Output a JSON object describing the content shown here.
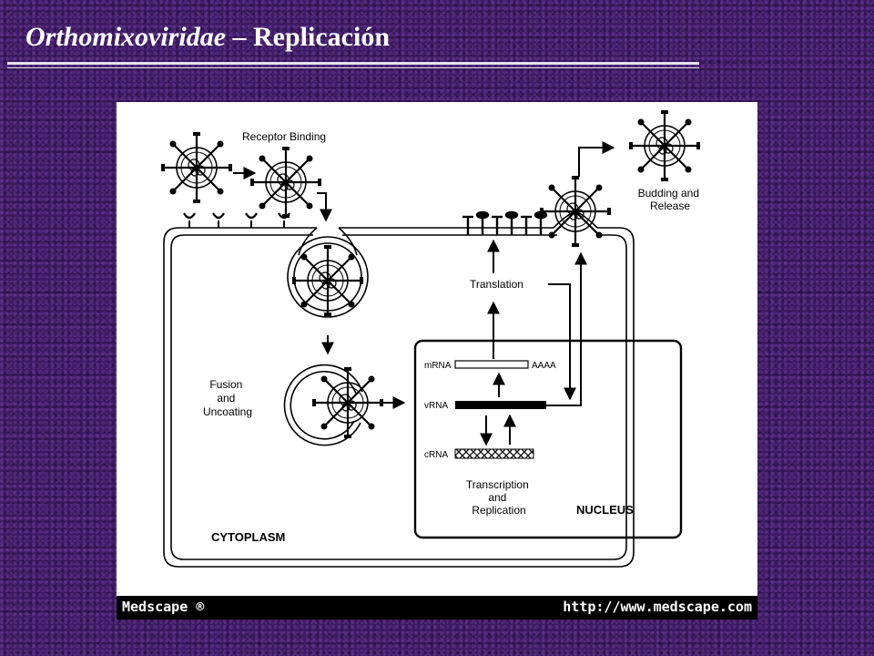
{
  "slide": {
    "title_italic": "Orthomixoviridae",
    "title_rest": " – Replicación"
  },
  "diagram": {
    "labels": {
      "receptor_binding": "Receptor Binding",
      "budding": [
        "Budding and",
        "Release"
      ],
      "translation": "Translation",
      "fusion": [
        "Fusion",
        "and",
        "Uncoating"
      ],
      "mrna": "mRNA",
      "aaaa": "AAAA",
      "vrna": "vRNA",
      "crna": "cRNA",
      "transcription": [
        "Transcription",
        "and",
        "Replication"
      ],
      "nucleus": "NUCLEUS",
      "cytoplasm": "CYTOPLASM"
    }
  },
  "footer": {
    "left": "Medscape ®",
    "right": "http://www.medscape.com"
  }
}
